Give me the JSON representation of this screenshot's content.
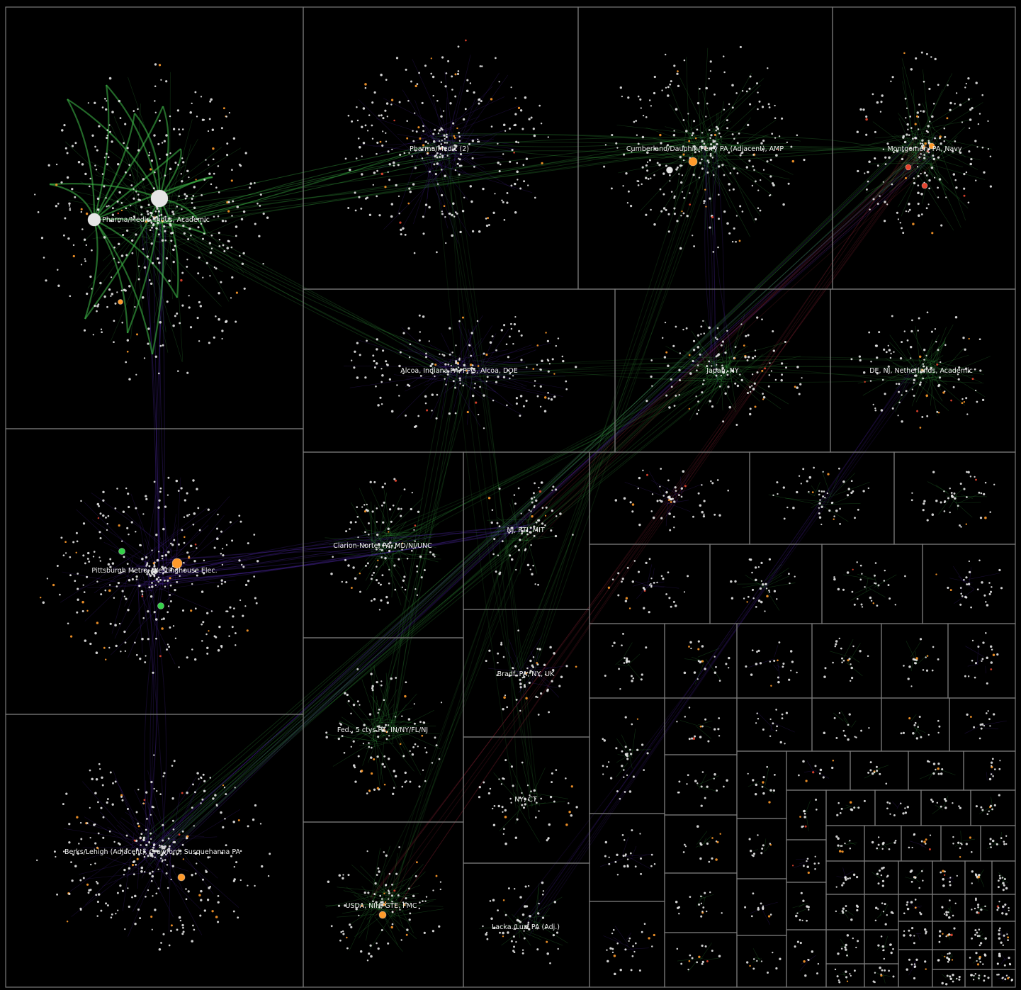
{
  "colors": {
    "background": "#000000",
    "grid_line": "#7a7a7a",
    "node": "#e6e6e6",
    "node_orange": "#ff9a2a",
    "node_red": "#e5452f",
    "node_green": "#35d24a",
    "node_blue": "#6a6cff",
    "edge_green": "#3fbf4a",
    "edge_purple": "#5a2dbf",
    "edge_red": "#a02a3a",
    "label": "#f2f2f2"
  },
  "groups": [
    {
      "id": "g1",
      "label": "Pharma/Medic, Indus, Academic"
    },
    {
      "id": "g2",
      "label": "Pharma/Medic (2)"
    },
    {
      "id": "g3",
      "label": "Cumberland/Dauphin/Perry PA (Adjacent), AMP"
    },
    {
      "id": "g4",
      "label": "Montgomery PA, Navy"
    },
    {
      "id": "g5",
      "label": "Alcoa, Indiana PA, PPG, Alcoa, DOE"
    },
    {
      "id": "g6",
      "label": "Japan, NY"
    },
    {
      "id": "g7",
      "label": "DE, NJ, Netherlands, Academic"
    },
    {
      "id": "g8",
      "label": "Pittsburgh Metro, Westinghouse Elec."
    },
    {
      "id": "g9",
      "label": "Clarion-Norte, PA, MD/NJ/UNC"
    },
    {
      "id": "g10",
      "label": "NJ, RTI, MIT"
    },
    {
      "id": "g11",
      "label": "Bradf. PA, NY, UK"
    },
    {
      "id": "g12",
      "label": "Fed., 5 ctys PA, IN/NY/FL/NJ"
    },
    {
      "id": "g13",
      "label": "NY, CT"
    },
    {
      "id": "g14",
      "label": "Berks/Lehigh (Adjacent), Crawford, Susquehanna PA"
    },
    {
      "id": "g15",
      "label": "USDA, NIH, GTE, FMC"
    },
    {
      "id": "g16",
      "label": "Lacka./Luz. PA (Adj.)"
    },
    {
      "id": "g17",
      "label": ""
    },
    {
      "id": "g18",
      "label": ""
    },
    {
      "id": "g19",
      "label": ""
    },
    {
      "id": "g20",
      "label": ""
    },
    {
      "id": "g21",
      "label": ""
    },
    {
      "id": "g22",
      "label": ""
    },
    {
      "id": "g23",
      "label": ""
    },
    {
      "id": "g24",
      "label": ""
    },
    {
      "id": "g25",
      "label": ""
    },
    {
      "id": "g26",
      "label": ""
    },
    {
      "id": "g27",
      "label": ""
    },
    {
      "id": "g28",
      "label": ""
    },
    {
      "id": "g29",
      "label": ""
    },
    {
      "id": "g30",
      "label": ""
    },
    {
      "id": "g31",
      "label": ""
    },
    {
      "id": "g32",
      "label": ""
    },
    {
      "id": "g33",
      "label": ""
    },
    {
      "id": "g34",
      "label": ""
    },
    {
      "id": "g35",
      "label": ""
    },
    {
      "id": "g36",
      "label": ""
    },
    {
      "id": "g37",
      "label": ""
    },
    {
      "id": "g38",
      "label": ""
    },
    {
      "id": "g39",
      "label": ""
    },
    {
      "id": "g40",
      "label": ""
    },
    {
      "id": "g41",
      "label": ""
    },
    {
      "id": "g42",
      "label": ""
    },
    {
      "id": "g43",
      "label": ""
    },
    {
      "id": "g44",
      "label": ""
    },
    {
      "id": "g45",
      "label": ""
    },
    {
      "id": "g46",
      "label": ""
    },
    {
      "id": "g47",
      "label": ""
    },
    {
      "id": "g48",
      "label": ""
    },
    {
      "id": "g49",
      "label": ""
    },
    {
      "id": "g50",
      "label": ""
    },
    {
      "id": "g51",
      "label": ""
    },
    {
      "id": "g52",
      "label": ""
    },
    {
      "id": "g53",
      "label": ""
    },
    {
      "id": "g54",
      "label": ""
    },
    {
      "id": "g55",
      "label": ""
    },
    {
      "id": "g56",
      "label": ""
    },
    {
      "id": "g57",
      "label": ""
    },
    {
      "id": "g58",
      "label": ""
    },
    {
      "id": "g59",
      "label": ""
    },
    {
      "id": "g60",
      "label": ""
    },
    {
      "id": "g61",
      "label": ""
    },
    {
      "id": "g62",
      "label": ""
    },
    {
      "id": "g63",
      "label": ""
    },
    {
      "id": "g64",
      "label": ""
    },
    {
      "id": "g65",
      "label": ""
    },
    {
      "id": "g66",
      "label": ""
    },
    {
      "id": "g67",
      "label": ""
    },
    {
      "id": "g68",
      "label": ""
    },
    {
      "id": "g69",
      "label": ""
    },
    {
      "id": "g70",
      "label": ""
    },
    {
      "id": "g71",
      "label": ""
    },
    {
      "id": "g72",
      "label": ""
    },
    {
      "id": "g73",
      "label": ""
    },
    {
      "id": "g74",
      "label": ""
    },
    {
      "id": "g75",
      "label": ""
    },
    {
      "id": "g76",
      "label": ""
    },
    {
      "id": "g77",
      "label": ""
    },
    {
      "id": "g78",
      "label": ""
    },
    {
      "id": "g79",
      "label": ""
    },
    {
      "id": "g80",
      "label": ""
    },
    {
      "id": "g81",
      "label": ""
    },
    {
      "id": "g82",
      "label": ""
    },
    {
      "id": "g83",
      "label": ""
    },
    {
      "id": "g84",
      "label": ""
    },
    {
      "id": "g85",
      "label": ""
    },
    {
      "id": "g86",
      "label": ""
    },
    {
      "id": "g87",
      "label": ""
    },
    {
      "id": "g88",
      "label": ""
    },
    {
      "id": "g89",
      "label": ""
    },
    {
      "id": "g90",
      "label": ""
    },
    {
      "id": "g91",
      "label": ""
    },
    {
      "id": "g92",
      "label": ""
    },
    {
      "id": "g93",
      "label": ""
    },
    {
      "id": "g94",
      "label": ""
    },
    {
      "id": "g95",
      "label": ""
    },
    {
      "id": "g96",
      "label": ""
    },
    {
      "id": "g97",
      "label": ""
    },
    {
      "id": "g98",
      "label": ""
    },
    {
      "id": "g99",
      "label": ""
    },
    {
      "id": "g100",
      "label": ""
    },
    {
      "id": "g101",
      "label": ""
    },
    {
      "id": "g102",
      "label": ""
    },
    {
      "id": "g103",
      "label": ""
    },
    {
      "id": "g104",
      "label": ""
    },
    {
      "id": "g105",
      "label": ""
    },
    {
      "id": "g106",
      "label": ""
    },
    {
      "id": "g107",
      "label": ""
    },
    {
      "id": "g108",
      "label": ""
    },
    {
      "id": "g109",
      "label": ""
    },
    {
      "id": "g110",
      "label": ""
    },
    {
      "id": "g111",
      "label": ""
    },
    {
      "id": "g112",
      "label": ""
    },
    {
      "id": "g113",
      "label": ""
    },
    {
      "id": "g114",
      "label": ""
    },
    {
      "id": "g115",
      "label": ""
    },
    {
      "id": "g116",
      "label": ""
    },
    {
      "id": "g117",
      "label": ""
    },
    {
      "id": "g118",
      "label": ""
    },
    {
      "id": "g119",
      "label": ""
    },
    {
      "id": "g120",
      "label": ""
    },
    {
      "id": "g121",
      "label": ""
    },
    {
      "id": "g122",
      "label": ""
    }
  ]
}
